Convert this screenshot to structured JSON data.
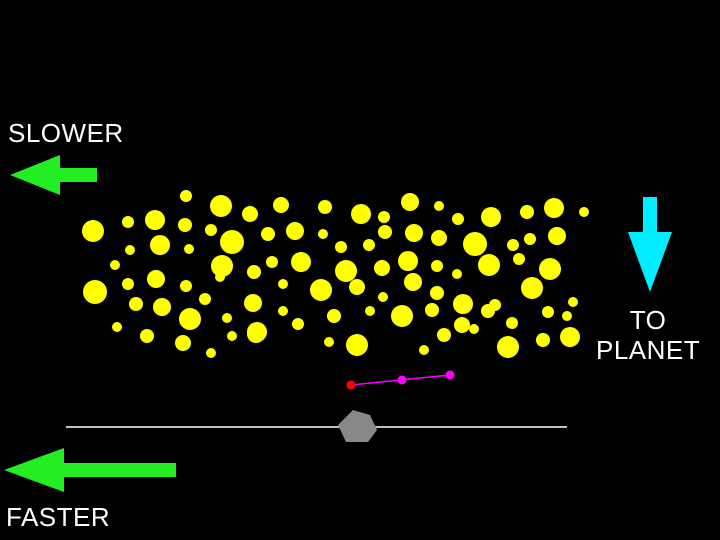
{
  "labels": {
    "slower": "SLOWER",
    "faster": "FASTER",
    "to": "TO",
    "planet": "PLANET"
  },
  "colors": {
    "background": "#000000",
    "particles": "#ffff00",
    "slower_arrow": "#22ee22",
    "faster_arrow": "#22ee22",
    "planet_arrow": "#00eeff",
    "moonlet": "#888888",
    "orbit_line": "#ffffff",
    "tether": "#ff00ff",
    "tether_start": "#ff0000"
  },
  "icons": {
    "slower": "arrow-left-icon",
    "faster": "arrow-left-icon",
    "planet": "arrow-down-icon",
    "moonlet": "pentagon-moonlet-icon"
  }
}
